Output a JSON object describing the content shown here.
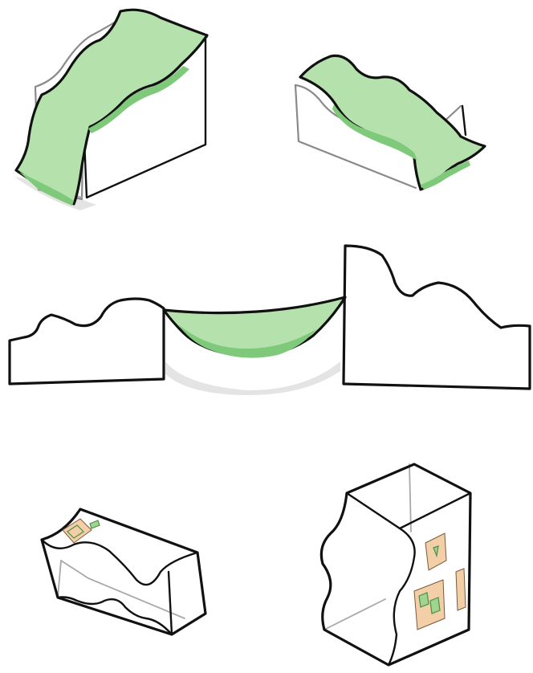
{
  "colors": {
    "fabric": "#b5e1ad",
    "fabric_shade": "#7fc97a",
    "outline": "#111111",
    "ghost_outline": "#8a8a8a",
    "shadow": "#e4e4e4",
    "paper": "#f3cfa8",
    "paper_mark": "#9fd58f"
  },
  "figures": [
    {
      "id": "cloth-over-wavy-block-left",
      "icon": "cloth-draped-block"
    },
    {
      "id": "cloth-over-wavy-block-right",
      "icon": "cloth-draped-block"
    },
    {
      "id": "cloth-hammock-between-blocks",
      "icon": "hammock"
    },
    {
      "id": "transparent-wavy-box",
      "icon": "glass-box"
    },
    {
      "id": "transparent-tall-box-with-papers",
      "icon": "glass-box-papers"
    }
  ]
}
